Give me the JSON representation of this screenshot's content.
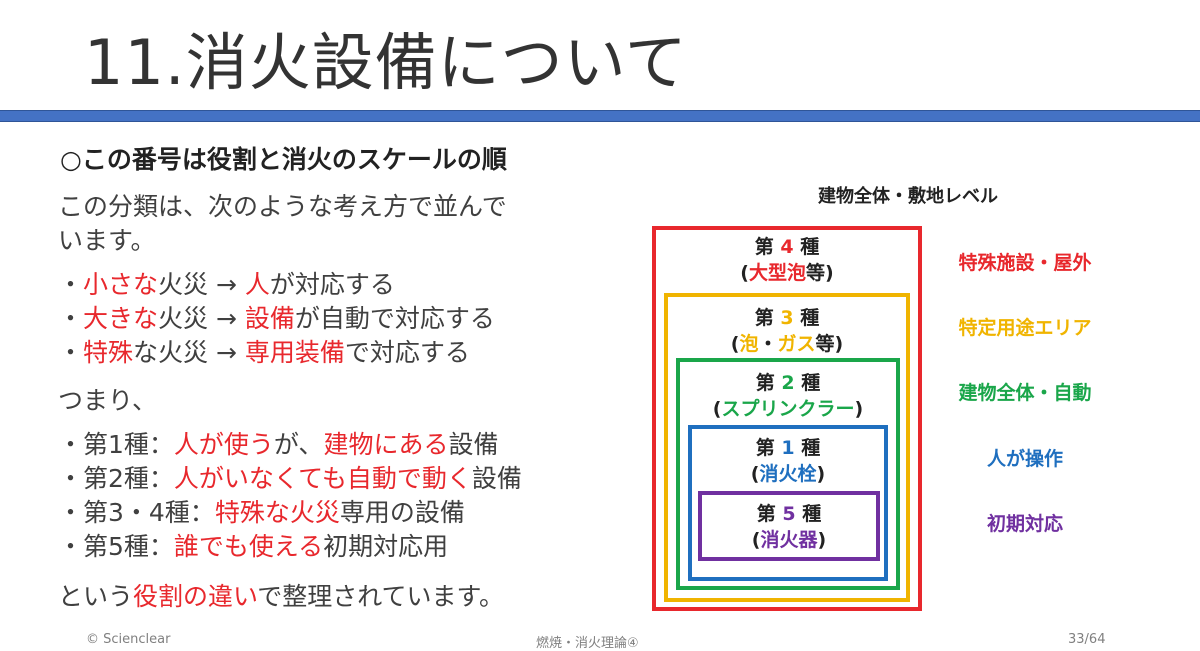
{
  "slide": {
    "title": "11.消火設備について",
    "heading": "○この番号は役割と消火のスケールの順",
    "intro_line1": "この分類は、次のような考え方で並んで",
    "intro_line2": "います。",
    "group1": [
      {
        "prefix": "・",
        "red1": "小さな",
        "mid": "火災 → ",
        "red2": "人",
        "suffix": "が対応する"
      },
      {
        "prefix": "・",
        "red1": "大きな",
        "mid": "火災 → ",
        "red2": "設備",
        "suffix": "が自動で対応する"
      },
      {
        "prefix": "・",
        "red1": "特殊",
        "mid": "な火災 → ",
        "red2": "専用装備",
        "suffix": "で対応する"
      }
    ],
    "tsumari": "つまり、",
    "group2": [
      {
        "prefix": "・第1種：",
        "red1": "人が使う",
        "mid": "が、",
        "red2": "建物にある",
        "suffix": "設備"
      },
      {
        "prefix": "・第2種：",
        "red1": "人がいなくても自動で動く",
        "mid": "",
        "red2": "",
        "suffix": "設備"
      },
      {
        "prefix": "・第3・4種：",
        "red1": "特殊な火災",
        "mid": "",
        "red2": "",
        "suffix": "専用の設備"
      },
      {
        "prefix": "・第5種：",
        "red1": "誰でも使える",
        "mid": "",
        "red2": "",
        "suffix": "初期対応用"
      }
    ],
    "closing": {
      "pre": "という",
      "red": "役割の違い",
      "post": "で整理されています。"
    }
  },
  "diagram": {
    "caption": "建物全体・敷地レベル",
    "boxes": [
      {
        "id": "type4",
        "line1_pre": "第",
        "num": "4",
        "line1_post": "種",
        "line2_open": "(",
        "line2_colored": "大型泡",
        "line2_mid": "",
        "line2_colored2": "",
        "line2_close": "等)",
        "color": "#e8282d",
        "side": "特殊施設・屋外"
      },
      {
        "id": "type3",
        "line1_pre": "第",
        "num": "3",
        "line1_post": "種",
        "line2_open": "(",
        "line2_colored": "泡",
        "line2_mid": "・",
        "line2_colored2": "ガス",
        "line2_close": "等)",
        "color": "#f0b400",
        "side": "特定用途エリア"
      },
      {
        "id": "type2",
        "line1_pre": "第",
        "num": "2",
        "line1_post": "種",
        "line2_open": "(",
        "line2_colored": "スプリンクラー",
        "line2_mid": "",
        "line2_colored2": "",
        "line2_close": ")",
        "color": "#1aa64a",
        "side": "建物全体・自動"
      },
      {
        "id": "type1",
        "line1_pre": "第",
        "num": "1",
        "line1_post": "種",
        "line2_open": "(",
        "line2_colored": "消火栓",
        "line2_mid": "",
        "line2_colored2": "",
        "line2_close": ")",
        "color": "#1f6fbf",
        "side": "人が操作"
      },
      {
        "id": "type5",
        "line1_pre": "第",
        "num": "5",
        "line1_post": "種",
        "line2_open": "(",
        "line2_colored": "消火器",
        "line2_mid": "",
        "line2_colored2": "",
        "line2_close": ")",
        "color": "#7030a0",
        "side": "初期対応"
      }
    ]
  },
  "footer": {
    "copyright": "© Scienclear",
    "subject": "燃焼・消火理論④",
    "page": "33/64"
  }
}
